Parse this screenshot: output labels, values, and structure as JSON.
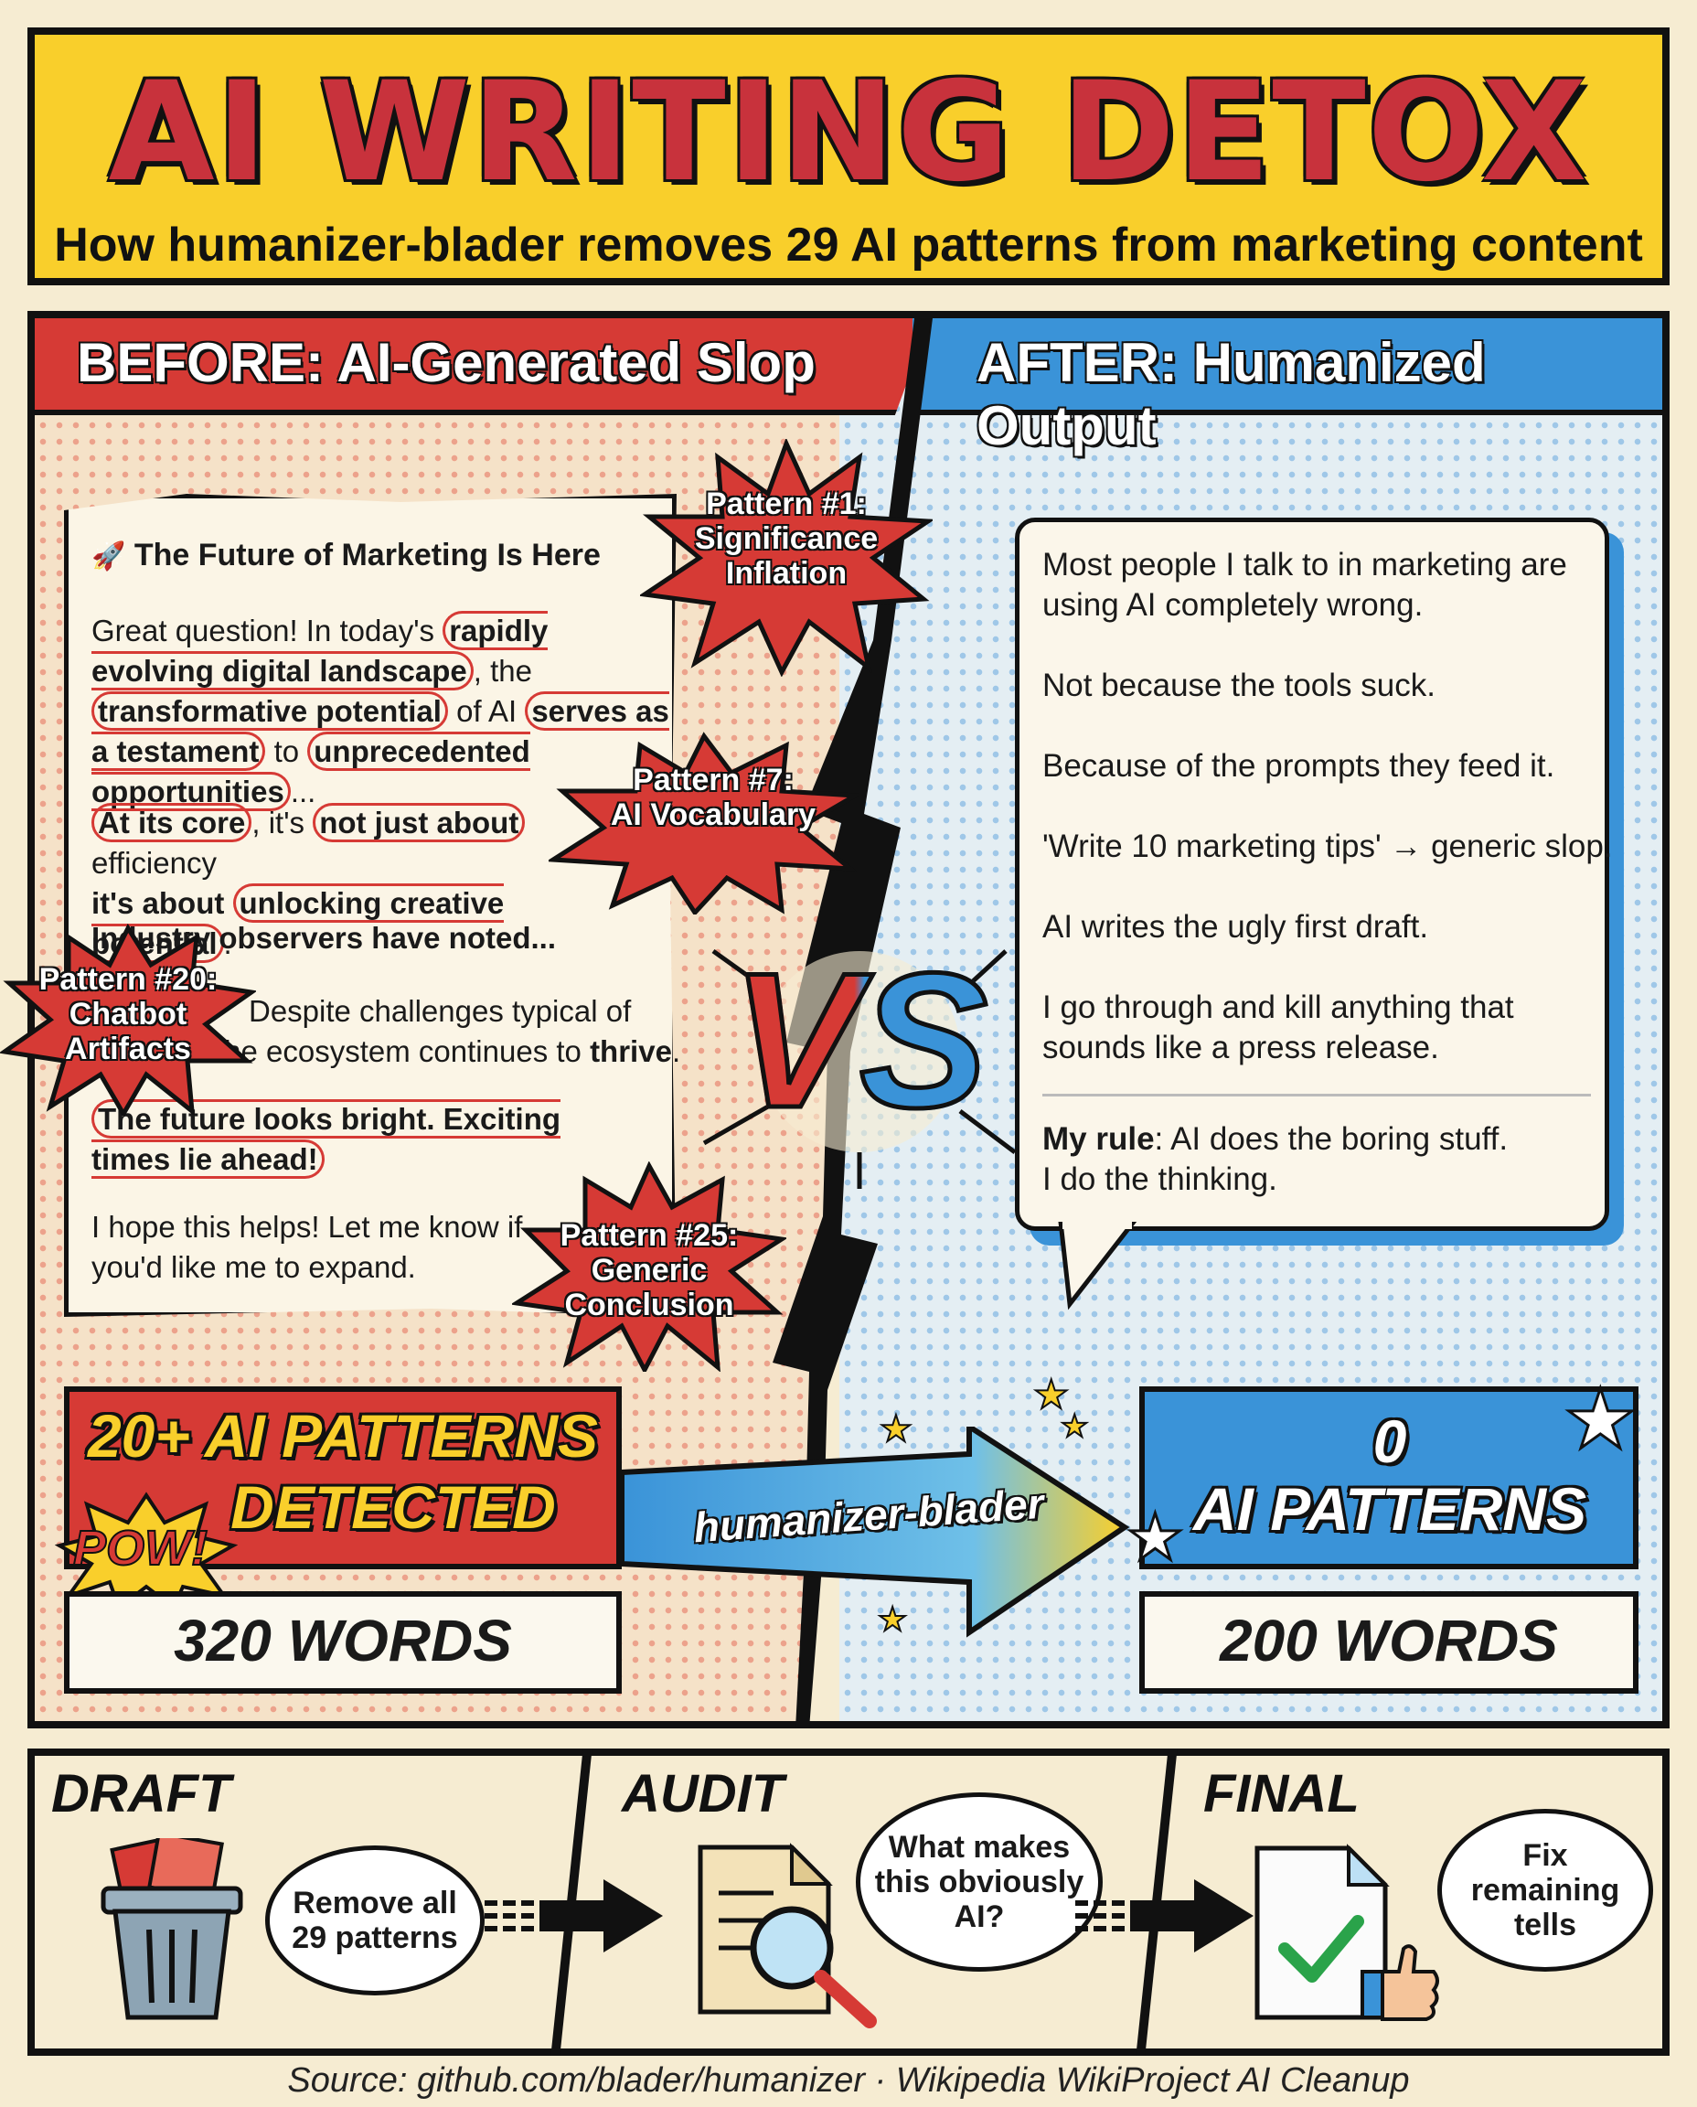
{
  "header": {
    "title": "AI WRITING DETOX",
    "subtitle": "How humanizer-blader removes 29 AI patterns from marketing content"
  },
  "before": {
    "banner": "BEFORE: AI-Generated Slop",
    "doc_title": "The Future of Marketing Is Here",
    "para1_a": "Great question! In today's ",
    "para1_b": "rapidly evolving digital landscape",
    "para1_c": ", the ",
    "para1_d": "transformative potential",
    "para1_e": " of AI ",
    "para1_f": "serves as a testament",
    "para1_g": " to ",
    "para1_h": "unprecedented opportunities",
    "para1_i": "...",
    "para2_a": "At its core",
    "para2_b": ", it's ",
    "para2_c": "not just about",
    "para2_d": " efficiency",
    "para2_e": "it's about ",
    "para2_f": "unlocking creative potential",
    "para2_g": ".",
    "para3": "Industry observers have noted...",
    "para4_a": "Despite challenges typical of",
    "para4_b": "the ecosystem continues to ",
    "para4_c": "thrive",
    "para4_d": ".",
    "para5": "The future looks bright. Exciting times lie ahead!",
    "para6": "I hope this helps! Let me know if you'd like me to expand."
  },
  "patterns": [
    {
      "label": "Pattern #1: Significance Inflation",
      "l1": "Pattern #1:",
      "l2": "Significance",
      "l3": "Inflation"
    },
    {
      "label": "Pattern #7: AI Vocabulary",
      "l1": "Pattern #7:",
      "l2": "AI Vocabulary"
    },
    {
      "label": "Pattern #20: Chatbot Artifacts",
      "l1": "Pattern #20:",
      "l2": "Chatbot",
      "l3": "Artifacts"
    },
    {
      "label": "Pattern #25: Generic Conclusion",
      "l1": "Pattern #25:",
      "l2": "Generic",
      "l3": "Conclusion"
    }
  ],
  "versus": "VS",
  "after": {
    "banner": "AFTER: Humanized Output",
    "lines": [
      "Most people I talk to in marketing are",
      "using AI completely wrong.",
      "Not because the tools suck.",
      "Because of the prompts they feed it.",
      "'Write 10 marketing tips' → generic slop.",
      "AI writes the ugly first draft.",
      "I go through and kill anything that",
      "sounds like a press release."
    ],
    "rule_label": "My rule",
    "rule_text_1": ": AI does the boring stuff.",
    "rule_text_2": "I do the thinking."
  },
  "stats": {
    "before_count_1": "20+ AI PATTERNS",
    "before_count_2": "DETECTED",
    "pow": "POW!",
    "before_words": "320 WORDS",
    "tool": "humanizer-blader",
    "after_count_1": "0",
    "after_count_2": "AI PATTERNS",
    "after_words": "200 WORDS"
  },
  "steps": [
    {
      "title": "DRAFT",
      "bubble_1": "Remove all",
      "bubble_2": "29 patterns",
      "icon": "trash-icon"
    },
    {
      "title": "AUDIT",
      "bubble_1": "What makes",
      "bubble_2": "this obviously",
      "bubble_3": "AI?",
      "icon": "magnifier-icon"
    },
    {
      "title": "FINAL",
      "bubble_1": "Fix",
      "bubble_2": "remaining",
      "bubble_3": "tells",
      "icon": "check-document-icon"
    }
  ],
  "source": "Source: github.com/blader/humanizer · Wikipedia WikiProject AI Cleanup",
  "colors": {
    "red": "#d63a35",
    "blue": "#3a93d8",
    "yellow": "#f9cf2b",
    "paper": "#f6ecd2"
  }
}
